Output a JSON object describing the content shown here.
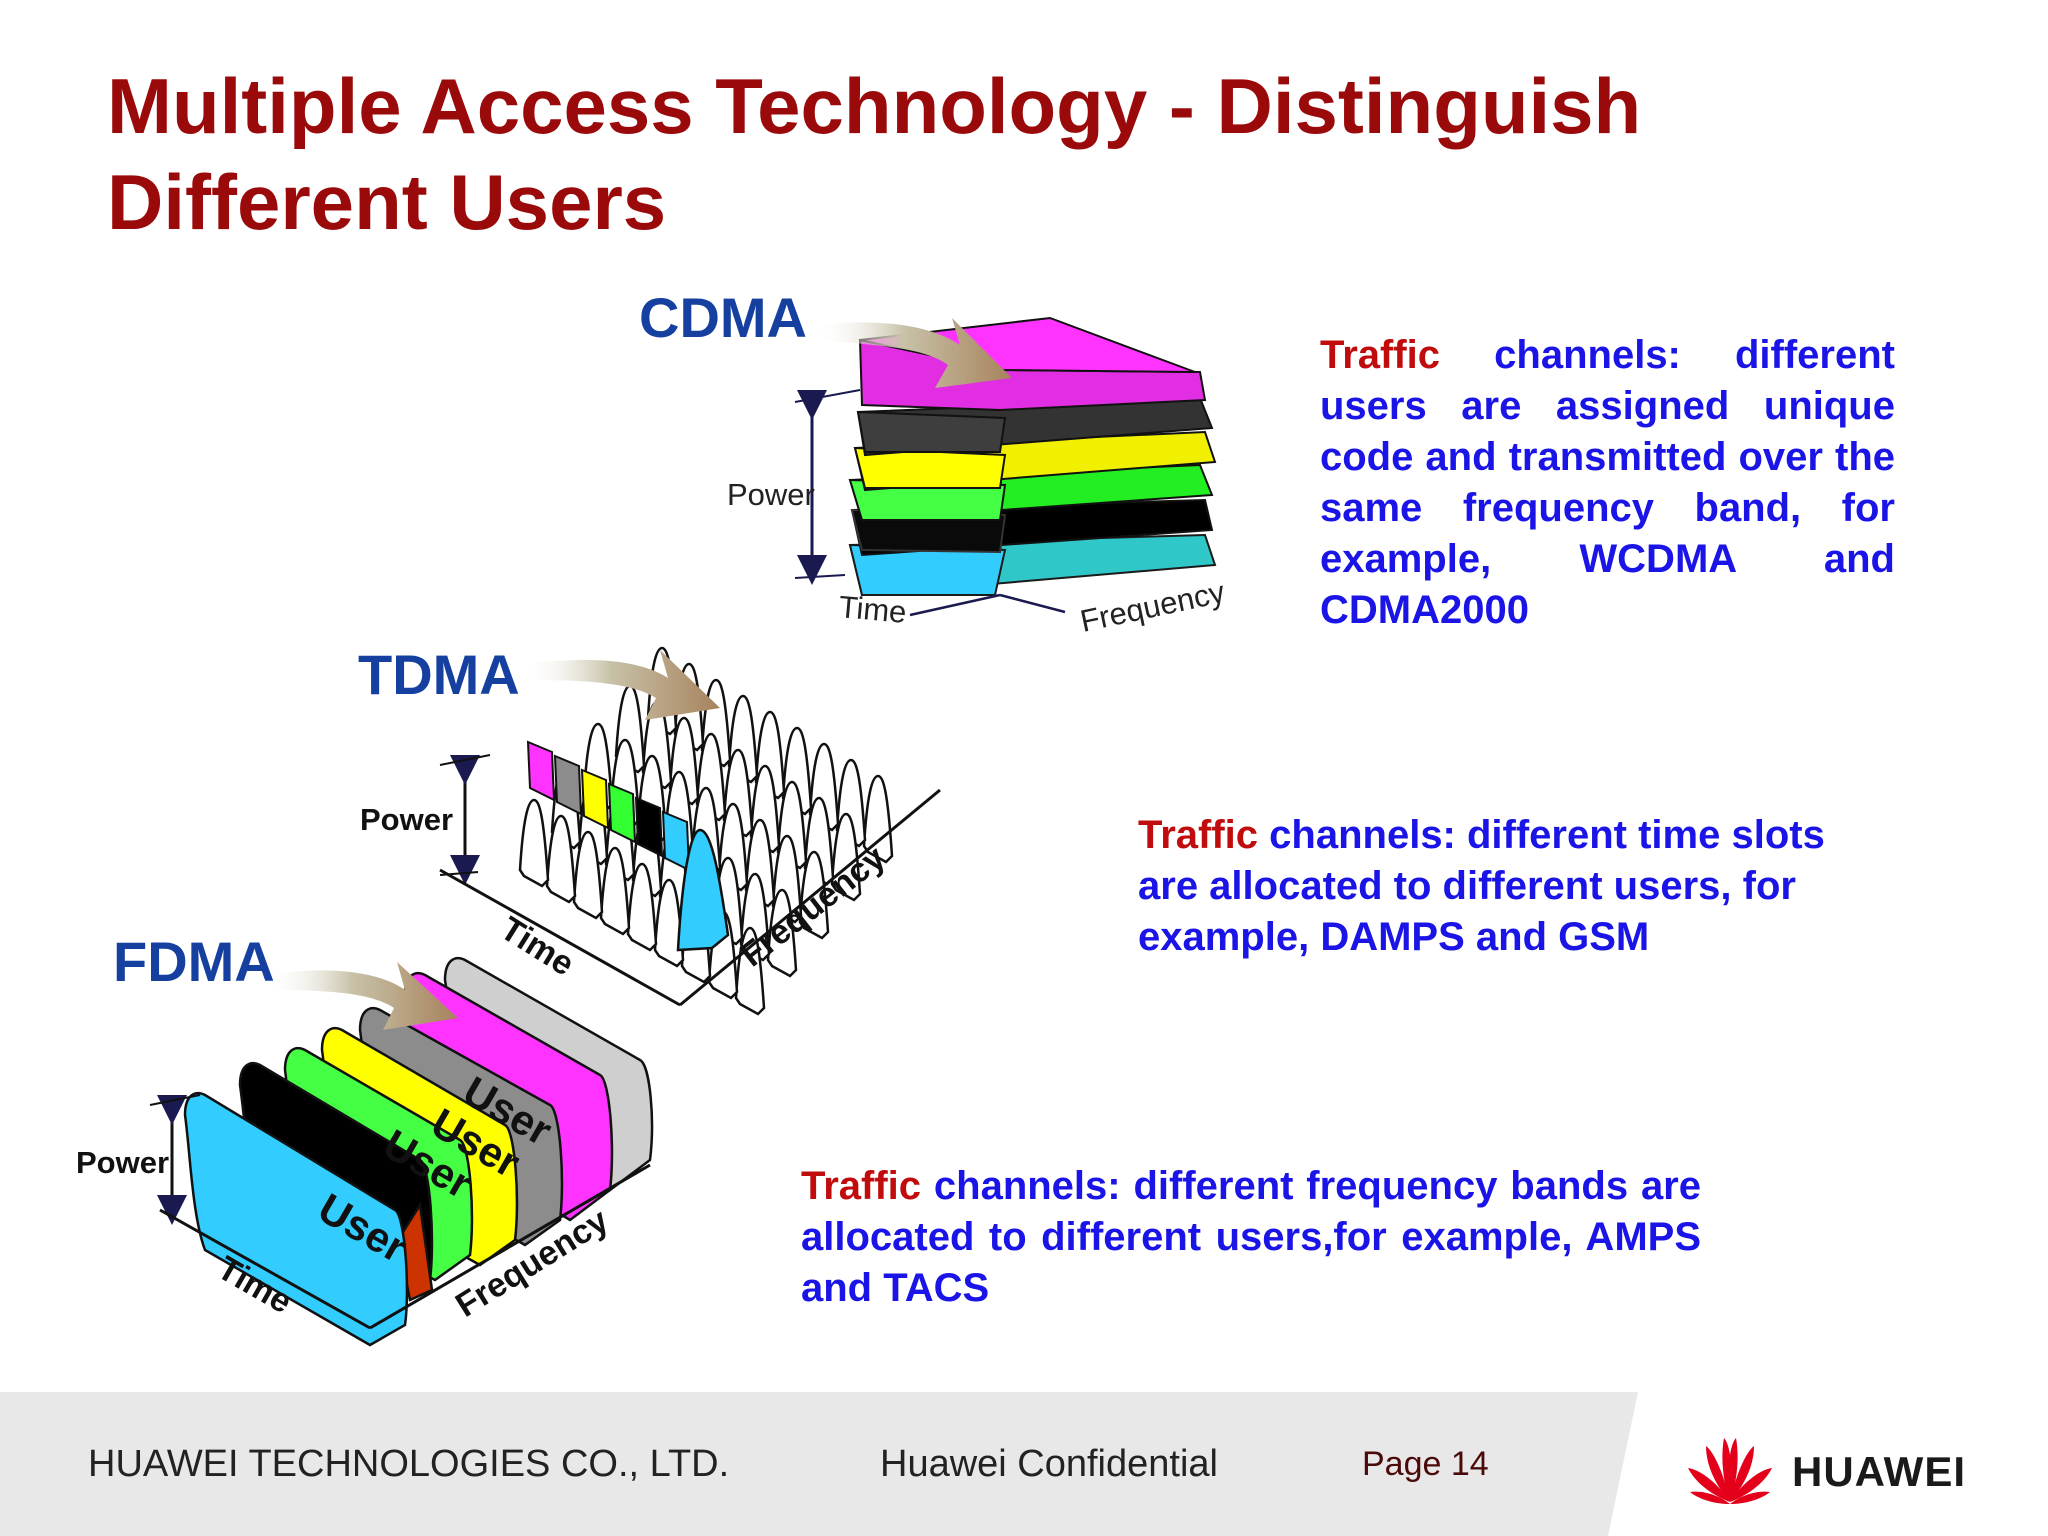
{
  "slide": {
    "title": "Multiple Access Technology - Distinguish Different Users"
  },
  "diagrams": {
    "cdma": {
      "label": "CDMA",
      "axis_power": "Power",
      "axis_time": "Time",
      "axis_frequency": "Frequency"
    },
    "tdma": {
      "label": "TDMA",
      "axis_power": "Power",
      "axis_time": "Time",
      "axis_frequency": "Frequency"
    },
    "fdma": {
      "label": "FDMA",
      "axis_power": "Power",
      "axis_time": "Time",
      "axis_frequency": "Frequency",
      "user_label": "User"
    }
  },
  "descriptions": {
    "cdma": {
      "highlight": "Traffic",
      "text": " channels: different users are assigned unique code and transmitted over the same frequency band, for example, WCDMA and CDMA2000"
    },
    "tdma": {
      "highlight": "Traffic",
      "text": " channels: different time slots are allocated to different users, for example, DAMPS and GSM"
    },
    "fdma": {
      "highlight": "Traffic",
      "text": " channels: different frequency bands are allocated to different users,for example, AMPS and TACS"
    }
  },
  "footer": {
    "company": "HUAWEI TECHNOLOGIES CO., LTD.",
    "confidential": "Huawei Confidential",
    "page": "Page 14",
    "brand": "HUAWEI"
  },
  "colors": {
    "title": "#9b0a0a",
    "diagram_label": "#1540a0",
    "body_text": "#1a14e6",
    "highlight": "#c00c0c",
    "magenta": "#ff33ff",
    "dark_gray": "#3a3a3a",
    "yellow": "#ffff00",
    "green": "#33ff33",
    "black": "#000000",
    "cyan": "#33ccff",
    "gray": "#8c8c8c",
    "light_gray": "#cfcfcf",
    "red_orange": "#cc3300",
    "brand_red": "#e4001b"
  }
}
